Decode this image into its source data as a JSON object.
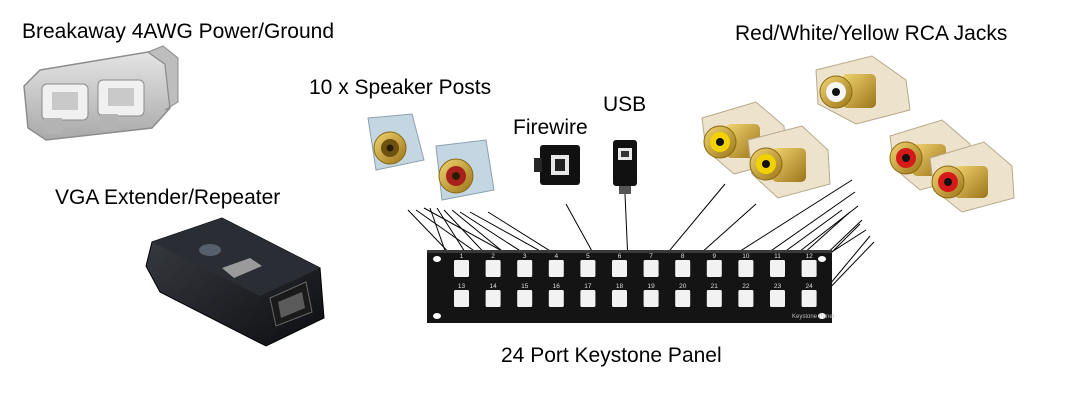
{
  "labels": {
    "power": "Breakaway 4AWG Power/Ground",
    "vga": "VGA Extender/Repeater",
    "speaker": "10 x Speaker Posts",
    "firewire": "Firewire",
    "usb": "USB",
    "rca": "Red/White/Yellow RCA Jacks",
    "panel": "24 Port Keystone Panel"
  },
  "panel": {
    "top_row": [
      "1",
      "2",
      "3",
      "4",
      "5",
      "6",
      "7",
      "8",
      "9",
      "10",
      "11",
      "12"
    ],
    "bottom_row": [
      "13",
      "14",
      "15",
      "16",
      "17",
      "18",
      "19",
      "20",
      "21",
      "22",
      "23",
      "24"
    ],
    "brand": "Keystone Panel"
  },
  "colors": {
    "panel": "#141414",
    "port": "#f2f2f2",
    "rca_red": "#d61a1a",
    "rca_yellow": "#f2d100",
    "rca_white": "#f6f6f6",
    "gold": "#c9a437",
    "keystone": "#ede3cc",
    "speaker_keystone": "#c4d6e2",
    "connector_grey": "#c8c8c8"
  }
}
